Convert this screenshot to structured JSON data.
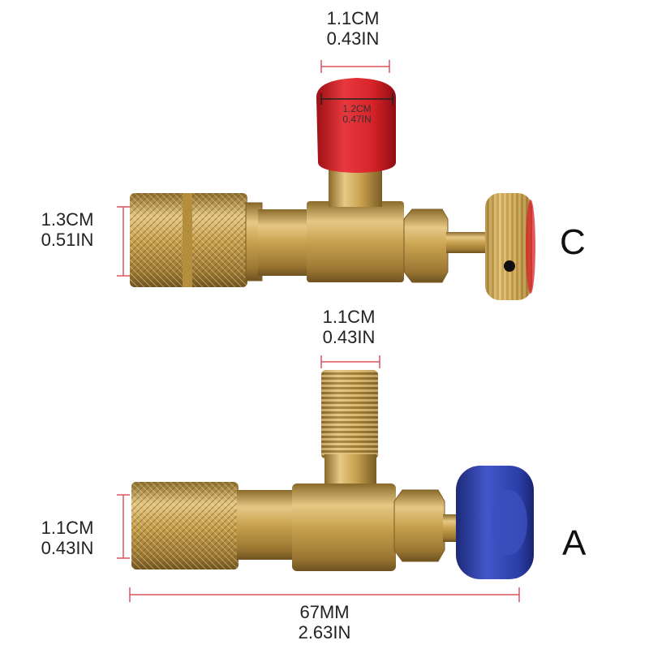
{
  "valve_c": {
    "letter": "C",
    "top_width": {
      "cm": "1.1CM",
      "in": "0.43IN"
    },
    "cap_width": {
      "cm": "1.2CM",
      "in": "0.47IN"
    },
    "body_height": {
      "cm": "1.3CM",
      "in": "0.51IN"
    },
    "cap_color": "#d8232a",
    "knob_color": "#d4a53a"
  },
  "valve_a": {
    "letter": "A",
    "top_width": {
      "cm": "1.1CM",
      "in": "0.43IN"
    },
    "body_height": {
      "cm": "1.1CM",
      "in": "0.43IN"
    },
    "length": {
      "mm": "67MM",
      "in": "2.63IN"
    },
    "knob_color": "#2b3fa8"
  },
  "colors": {
    "brass": "#c9a24f",
    "dimension_line": "#d9535a"
  }
}
